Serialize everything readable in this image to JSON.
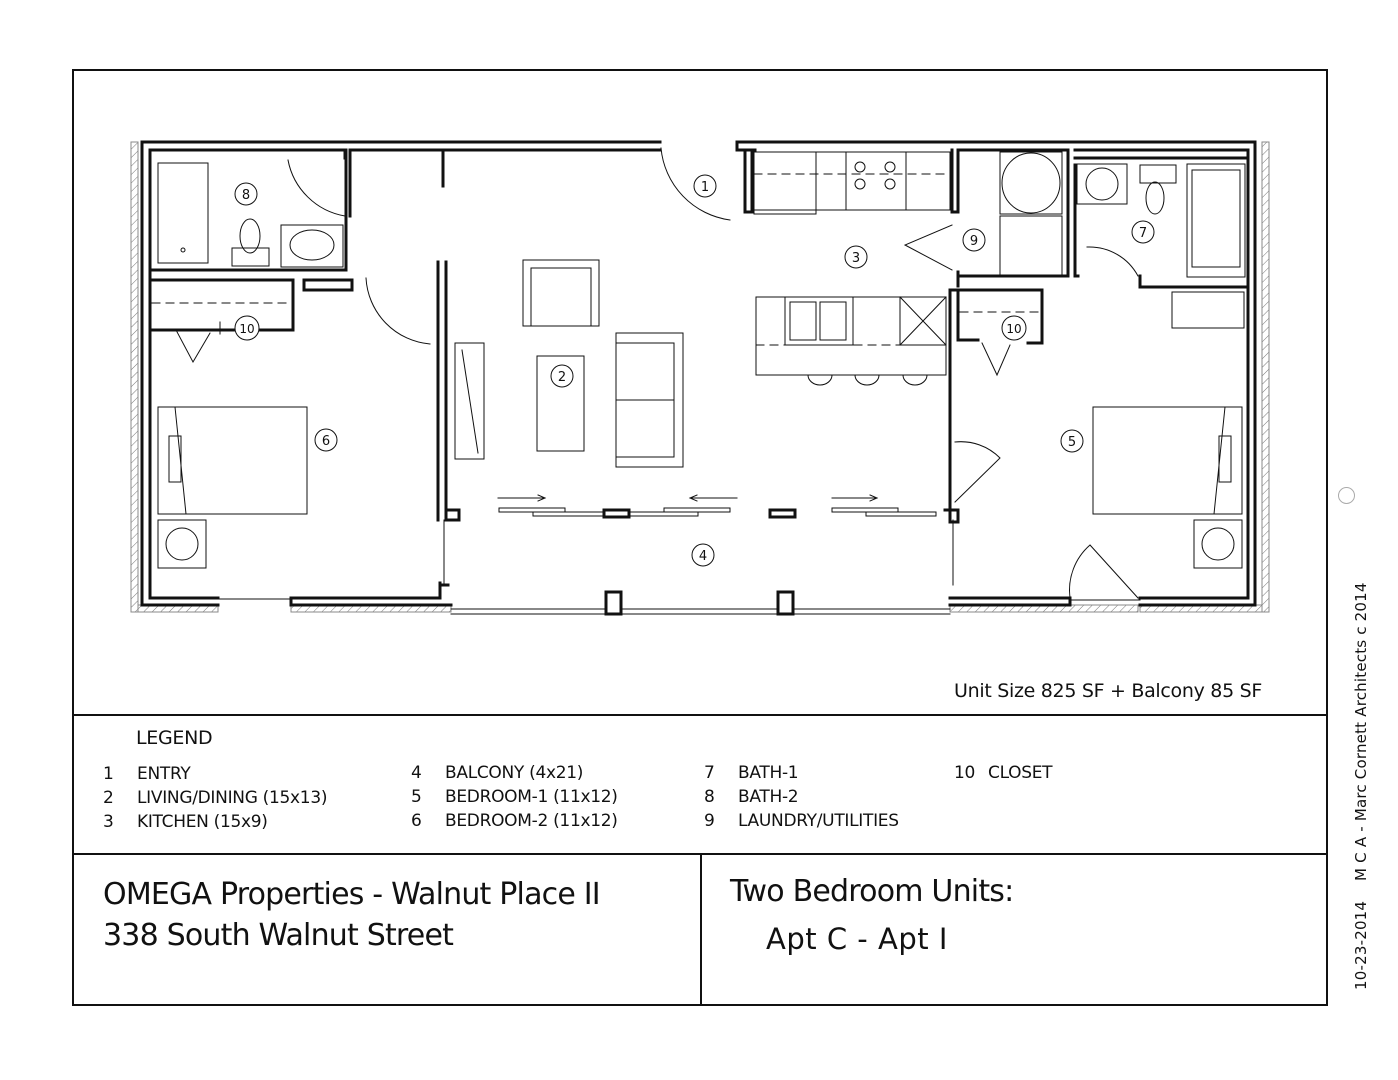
{
  "drawing": {
    "type": "floor-plan",
    "rooms": [
      {
        "id": "1",
        "name": "ENTRY"
      },
      {
        "id": "2",
        "name": "LIVING/DINING",
        "size": "15x13"
      },
      {
        "id": "3",
        "name": "KITCHEN",
        "size": "15x9"
      },
      {
        "id": "4",
        "name": "BALCONY",
        "size": "4x21"
      },
      {
        "id": "5",
        "name": "BEDROOM-1",
        "size": "11x12"
      },
      {
        "id": "6",
        "name": "BEDROOM-2",
        "size": "11x12"
      },
      {
        "id": "7",
        "name": "BATH-1"
      },
      {
        "id": "8",
        "name": "BATH-2"
      },
      {
        "id": "9",
        "name": "LAUNDRY/UTILITIES"
      },
      {
        "id": "10",
        "name": "CLOSET"
      }
    ],
    "room_tags": {
      "entry": "1",
      "living": "2",
      "kitchen": "3",
      "balcony": "4",
      "bedroom1": "5",
      "bedroom2": "6",
      "bath1": "7",
      "bath2": "8",
      "laundry": "9",
      "closet_left": "10",
      "closet_right": "10"
    },
    "unit_size": "Unit Size  825 SF + Balcony  85 SF"
  },
  "legend": {
    "title": "LEGEND",
    "items": [
      {
        "num": "1",
        "label": "ENTRY"
      },
      {
        "num": "2",
        "label": "LIVING/DINING (15x13)"
      },
      {
        "num": "3",
        "label": "KITCHEN (15x9)"
      },
      {
        "num": "4",
        "label": "BALCONY (4x21)"
      },
      {
        "num": "5",
        "label": "BEDROOM-1 (11x12)"
      },
      {
        "num": "6",
        "label": "BEDROOM-2 (11x12)"
      },
      {
        "num": "7",
        "label": "BATH-1"
      },
      {
        "num": "8",
        "label": "BATH-2"
      },
      {
        "num": "9",
        "label": "LAUNDRY/UTILITIES"
      },
      {
        "num": "10",
        "label": "CLOSET"
      }
    ]
  },
  "title_block": {
    "project": "OMEGA Properties - Walnut Place II",
    "address": "338 South Walnut Street",
    "unit_type": "Two Bedroom Units:",
    "apartments": "Apt C - Apt I"
  },
  "credit": {
    "date": "10-23-2014",
    "firm": "M C A  -  Marc Cornett Architects  c  2014"
  }
}
